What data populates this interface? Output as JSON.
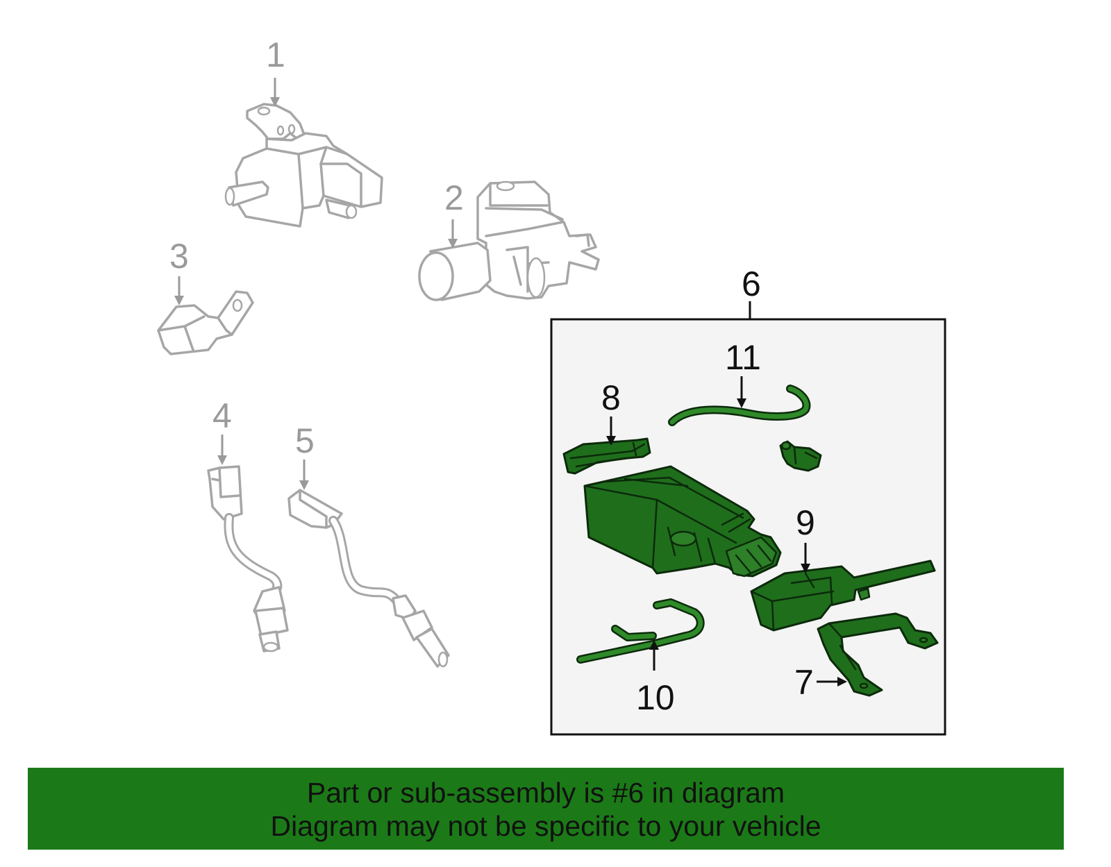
{
  "callouts": {
    "c1": "1",
    "c2": "2",
    "c3": "3",
    "c4": "4",
    "c5": "5",
    "c6": "6",
    "c7": "7",
    "c8": "8",
    "c9": "9",
    "c10": "10",
    "c11": "11"
  },
  "footer": {
    "line1": "Part or sub-assembly is #6 in diagram",
    "line2": "Diagram may not be specific to your vehicle"
  },
  "colors": {
    "highlight_green": "#1f6e1c",
    "footer_green": "#1b7a17",
    "faded_part_grey": "#a6a6a6"
  }
}
